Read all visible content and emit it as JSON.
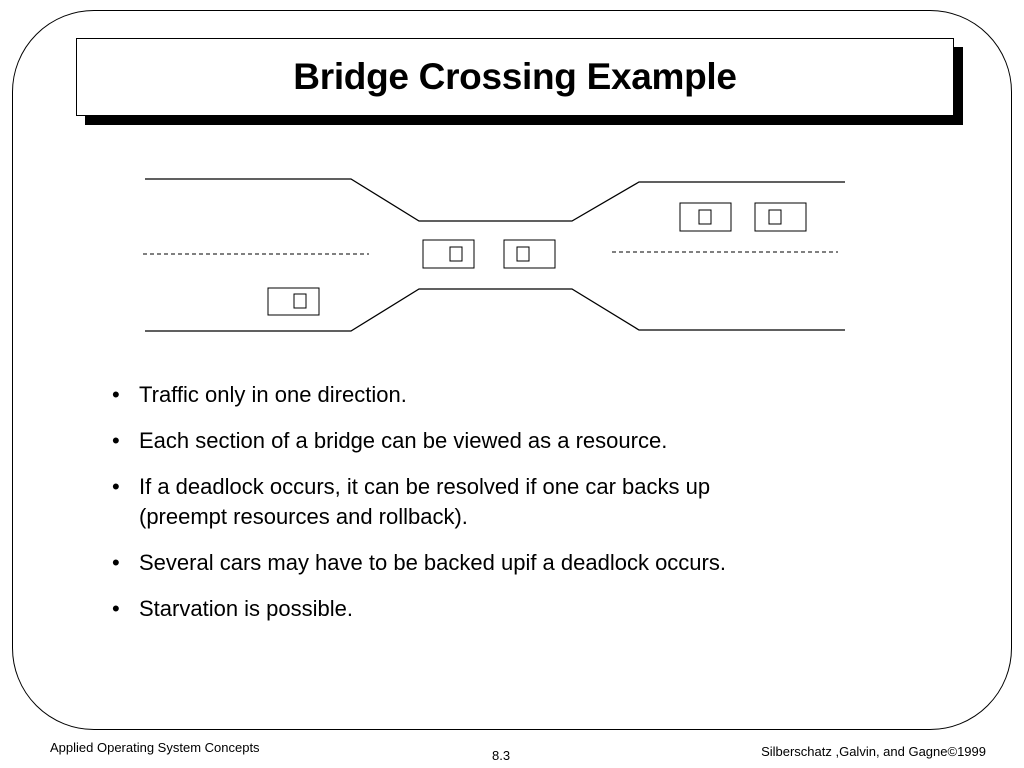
{
  "slide": {
    "title": "Bridge Crossing Example",
    "bullets": [
      "Traffic only in one direction.",
      "Each section of a bridge can be viewed as a resource.",
      "If a deadlock occurs, it can be resolved if one car backs up\n(preempt resources and rollback).",
      "Several cars may have to be backed upif a deadlock occurs.",
      "Starvation is possible."
    ],
    "bullet_char": "•"
  },
  "diagram": {
    "car_glyph": "",
    "cars": [
      "car",
      "car",
      "car",
      "car",
      "car"
    ]
  },
  "footer": {
    "left": "Applied Operating System Concepts",
    "center": "8.3",
    "right": "Silberschatz ,Galvin, and Gagne©1999"
  }
}
